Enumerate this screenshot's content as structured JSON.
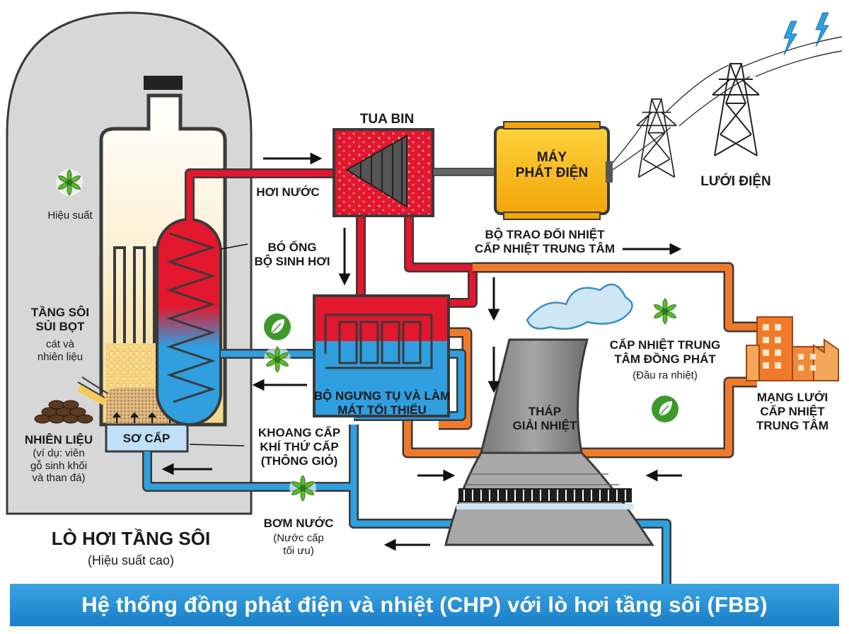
{
  "labels": {
    "turbine": "TUA BIN",
    "generator": [
      "MÁY",
      "PHÁT ĐIỆN"
    ],
    "grid": "LƯỚI ĐIỆN",
    "steam": "HƠI NƯỚC",
    "tube_bundle": [
      "BÓ ỐNG",
      "BỘ SINH HƠI"
    ],
    "efficiency": "Hiệu suất",
    "bubbling_bed": [
      "TẦNG SÔI",
      "SỦI BỌT"
    ],
    "bed_material": [
      "cát và",
      "nhiên liệu"
    ],
    "heat_exchanger": [
      "BỘ TRAO ĐỔI NHIỆT",
      "CẤP NHIỆT TRUNG TÂM"
    ],
    "chp_district": [
      "CẤP NHIỆT TRUNG",
      "TÂM ĐỒNG PHÁT"
    ],
    "heat_output": "(Đầu ra nhiệt)",
    "condenser": [
      "BỘ NGƯNG TỤ VÀ LÀM",
      "MÁT TỐI THIỂU"
    ],
    "cooling_tower": [
      "THÁP",
      "GIẢI NHIỆT"
    ],
    "district_network": [
      "MẠNG LƯỚI",
      "CẤP NHIỆT",
      "TRUNG TÂM"
    ],
    "fuel_title": "NHIÊN LIỆU",
    "fuel_desc": [
      "(ví dụ: viên",
      "gỗ sinh khối",
      "và than đá)"
    ],
    "primary": "SƠ CẤP",
    "secondary_air": [
      "KHOANG CẤP",
      "KHÍ THỨ CẤP",
      "(THÔNG GIÓ)"
    ],
    "boiler_title": "LÒ HƠI TẦNG SÔI",
    "boiler_sub": "(Hiệu suất cao)",
    "pump_title": "BƠM NƯỚC",
    "pump_desc": [
      "(Nước cấp",
      "tối ưu)"
    ]
  },
  "title": "Hệ thống đồng phát điện và nhiệt (CHP) với lò hơi tầng sôi (FBB)",
  "colors": {
    "hot": "#e3172d",
    "cold": "#2f9fdf",
    "district": "#f07a2a",
    "generator": "#f5b814",
    "tower": "#8a8a8a",
    "eco": "#3c9a2b"
  },
  "icons": [
    "fan-icon",
    "leaf-icon",
    "lightning-icon",
    "arrow-icon",
    "factory-icon",
    "pylon-icon"
  ]
}
